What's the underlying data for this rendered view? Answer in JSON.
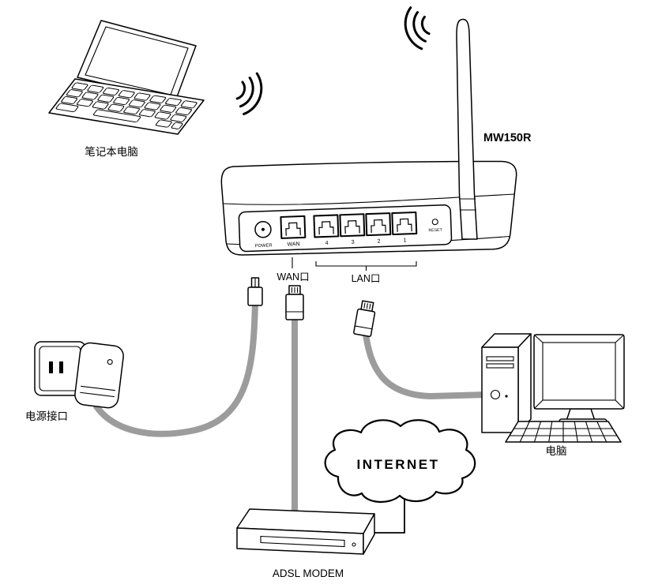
{
  "diagram": {
    "laptop": {
      "label": "笔记本电脑"
    },
    "router": {
      "model": "MW150R",
      "ports": {
        "power": "POWER",
        "wan": "WAN",
        "lan": [
          "4",
          "3",
          "2",
          "1"
        ],
        "reset": "RESET"
      }
    },
    "callouts": {
      "wan": "WAN口",
      "lan": "LAN口"
    },
    "power_outlet": {
      "label": "电源接口"
    },
    "modem": {
      "label": "ADSL MODEM"
    },
    "internet": {
      "label": "INTERNET"
    },
    "computer": {
      "label": "电脑"
    }
  },
  "colors": {
    "line": "#000000",
    "cable": "#9c9c9c",
    "background": "#ffffff"
  }
}
